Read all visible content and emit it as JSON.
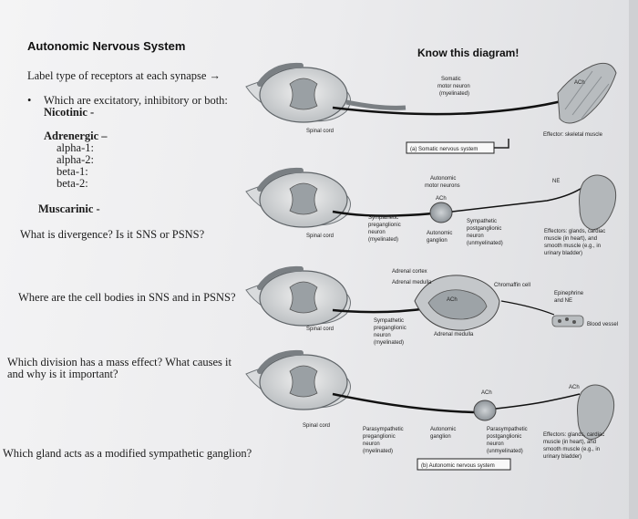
{
  "left": {
    "title": "Autonomic Nervous System",
    "instruction": "Label type of receptors at each synapse →",
    "bullet": "•",
    "q_excitatory": "Which are excitatory, inhibitory or both:",
    "nicotinic": "Nicotinic -",
    "adrenergic": "Adrenergic –",
    "alpha1": "alpha-1:",
    "alpha2": "alpha-2:",
    "beta1": "beta-1:",
    "beta2": "beta-2:",
    "muscarinic": "Muscarinic -",
    "q_divergence": "What is divergence? Is it SNS or PSNS?",
    "q_cell_bodies": "Where are the cell bodies in SNS and in PSNS?",
    "q_mass_line1": "Which division has a mass effect? What causes it",
    "q_mass_line2": "and why is it important?",
    "q_gland": "Which gland acts as a modified sympathetic ganglion?"
  },
  "diagram": {
    "know": "Know this diagram!",
    "p1": {
      "spinal": "Spinal cord",
      "neuron": [
        "Somatic",
        "motor neuron",
        "(myelinated)"
      ],
      "ach": "ACh",
      "effector": "Effector: skeletal muscle",
      "caption": "(a) Somatic nervous system"
    },
    "p2": {
      "spinal": "Spinal cord",
      "motor": [
        "Autonomic",
        "motor neurons"
      ],
      "ach": "ACh",
      "pre": [
        "Sympathetic",
        "preganglionic",
        "neuron",
        "(myelinated)"
      ],
      "ganglion": [
        "Autonomic",
        "ganglion"
      ],
      "post": [
        "Sympathetic",
        "postganglionic",
        "neuron",
        "(unmyelinated)"
      ],
      "ne": "NE",
      "effectors": [
        "Effectors: glands, cardiac",
        "muscle (in heart), and",
        "smooth muscle (e.g., in",
        "urinary bladder)"
      ]
    },
    "p3": {
      "spinal": "Spinal cord",
      "cortex": "Adrenal cortex",
      "medulla": "Adrenal medulla",
      "chromaffin": "Chromaffin cell",
      "ach": "ACh",
      "medulla2": "Adrenal medulla",
      "pre": [
        "Sympathetic",
        "preganglionic",
        "neuron",
        "(myelinated)"
      ],
      "epi": [
        "Epinephrine",
        "and NE"
      ],
      "vessel": "Blood vessel"
    },
    "p4": {
      "spinal": "Spinal cord",
      "pre": [
        "Parasympathetic",
        "preganglionic",
        "neuron",
        "(myelinated)"
      ],
      "ganglion": [
        "Autonomic",
        "ganglion"
      ],
      "post": [
        "Parasympathetic",
        "postganglionic",
        "neuron",
        "(unmyelinated)"
      ],
      "ach1": "ACh",
      "ach2": "ACh",
      "effectors": [
        "Effectors: glands, cardiac",
        "muscle (in heart), and",
        "smooth muscle (e.g., in",
        "urinary bladder)"
      ],
      "caption": "(b) Autonomic nervous system"
    }
  }
}
